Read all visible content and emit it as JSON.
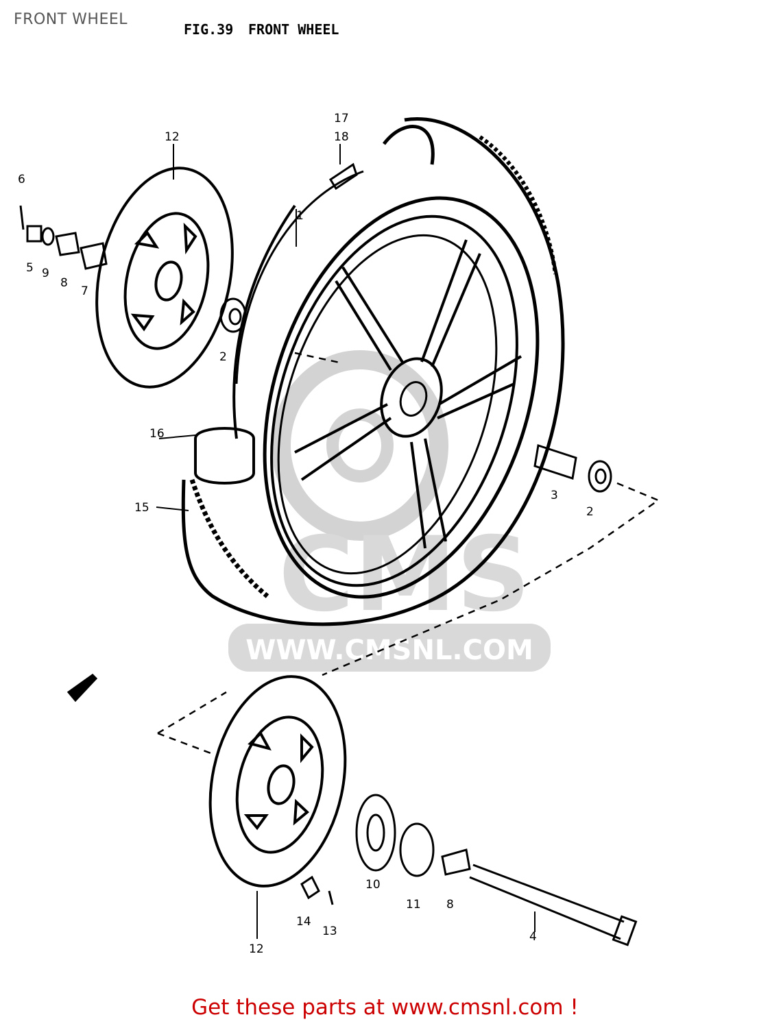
{
  "page": {
    "title": "FRONT WHEEL"
  },
  "figure": {
    "number": "FIG.39",
    "title": "FRONT WHEEL"
  },
  "watermark": {
    "logo_text": "CMS",
    "url": "WWW.CMSNL.COM",
    "color": "#d3d3d3"
  },
  "callouts": [
    "1",
    "2",
    "2",
    "3",
    "4",
    "5",
    "6",
    "7",
    "8",
    "8",
    "9",
    "10",
    "11",
    "12",
    "12",
    "13",
    "14",
    "15",
    "16",
    "17",
    "18"
  ],
  "footer": {
    "text": "Get these parts at www.cmsnl.com !",
    "color": "#cc0000"
  }
}
